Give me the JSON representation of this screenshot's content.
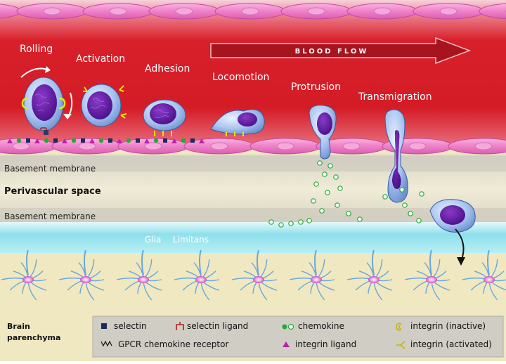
{
  "stages": [
    {
      "id": "rolling",
      "label": "Rolling"
    },
    {
      "id": "activation",
      "label": "Activation"
    },
    {
      "id": "adhesion",
      "label": "Adhesion"
    },
    {
      "id": "locomotion",
      "label": "Locomotion"
    },
    {
      "id": "protrusion",
      "label": "Protrusion"
    },
    {
      "id": "transmigration",
      "label": "Transmigration"
    }
  ],
  "blood_flow": "BLOOD FLOW",
  "layers": {
    "basement_top": "Basement membrane",
    "perivascular": "Perivascular space",
    "basement_bottom": "Basement membrane",
    "glia_1": "Glia",
    "glia_2": "Limitans",
    "brain_1": "Brain",
    "brain_2": "parenchyma"
  },
  "legend": [
    {
      "icon": "selectin",
      "label": "selectin"
    },
    {
      "icon": "selectin-ligand",
      "label": "selectin ligand"
    },
    {
      "icon": "chemokine",
      "label": "chemokine"
    },
    {
      "icon": "integrin-inactive",
      "label": "integrin (inactive)"
    },
    {
      "icon": "gpcr",
      "label": "GPCR chemokine receptor"
    },
    {
      "icon": "integrin-ligand",
      "label": "integrin ligand"
    },
    {
      "icon": "integrin-activated",
      "label": "integrin (activated)"
    }
  ],
  "colors": {
    "lumen_red": "#d8202a",
    "endothelium_pink": "#f080c8",
    "leukocyte_blue": "#8fb4e8",
    "nucleus_purple": "#5a1a9a",
    "glia_cyan": "#8ee0ec",
    "parenchyma": "#f0e8c0"
  }
}
